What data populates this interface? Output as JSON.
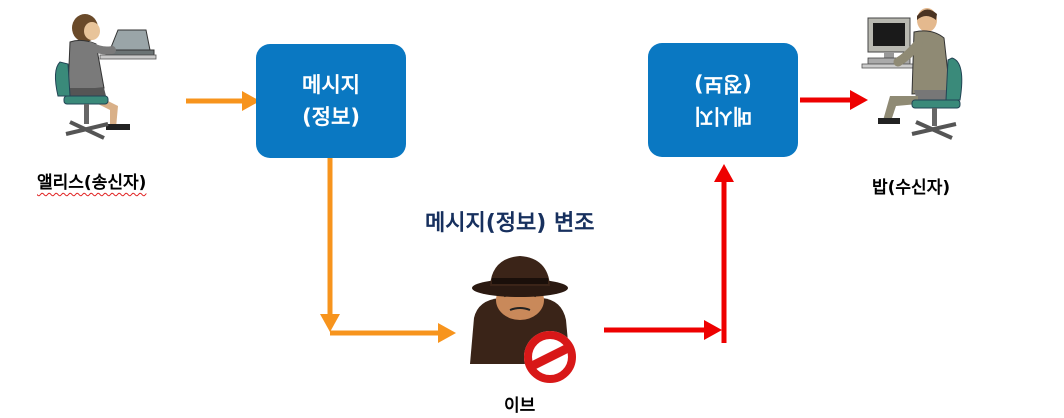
{
  "sender": {
    "label": "앨리스(송신자)"
  },
  "receiver": {
    "label": "밥(수신자)"
  },
  "attacker": {
    "label": "이브"
  },
  "message_box": {
    "line1": "메시지",
    "line2": "(정보)"
  },
  "tampered_box": {
    "line1": "메시지",
    "line2": "(정보)"
  },
  "tamper_title": "메시지(정보) 변조",
  "colors": {
    "box_fill": "#0a78c2",
    "original_path": "#f7941d",
    "tampered_path": "#ee0000",
    "title_text": "#17305e"
  }
}
